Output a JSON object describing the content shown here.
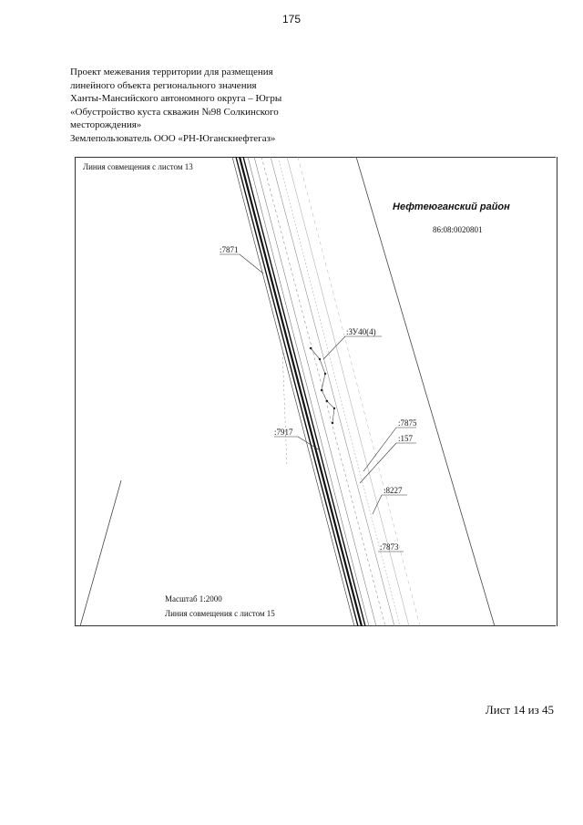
{
  "page_number": "175",
  "header_lines": [
    "Проект межевания территории для размещения",
    "линейного объекта регионального значения",
    "Ханты-Мансийского автономного округа – Югры",
    "«Обустройство куста скважин №98 Солкинского",
    "месторождения»",
    "Землепользователь ООО «РН-Юганскнефтегаз»"
  ],
  "map": {
    "join_top": "Линия совмещения с листом 13",
    "district": "Нефтеюганский район",
    "cadastral_quarter": "86:08:0020801",
    "labels": {
      "p7871": ":7871",
      "zu40": ":ЗУ40(4)",
      "p7917": ":7917",
      "p7875": ":7875",
      "p157": ":157",
      "p8227": ":8227",
      "p7873": ":7873"
    },
    "scale": "Масштаб 1:2000",
    "join_bottom": "Линия совмещения с листом 15"
  },
  "sheet_label": "Лист 14 из 45"
}
